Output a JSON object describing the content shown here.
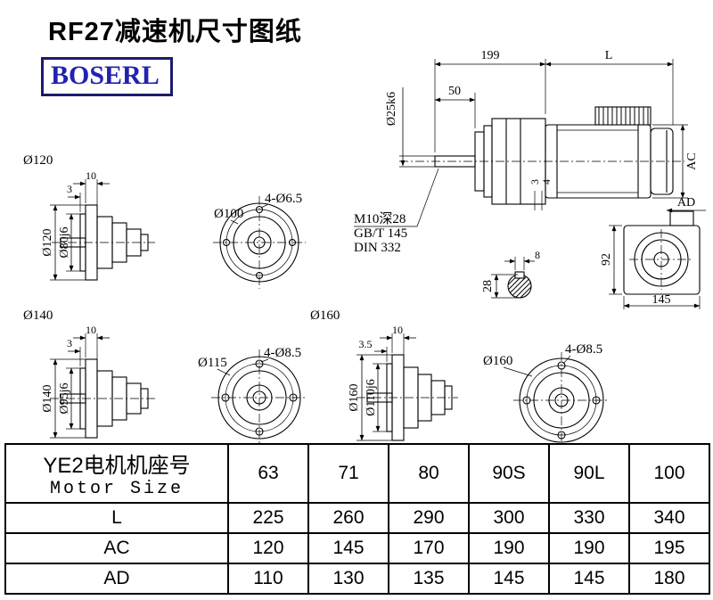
{
  "page": {
    "title": "RF27减速机尺寸图纸",
    "logo_text": "BOSERL"
  },
  "colors": {
    "logo_text": "#2222b2",
    "logo_border": "#1b1b6f",
    "line": "#000000"
  },
  "main_view": {
    "dim_199": "199",
    "dim_l": "L",
    "dim_50": "50",
    "dim_shaft": "Ø25k6",
    "dim_ac": "AC",
    "dim_3": "3",
    "dim_4": "4",
    "note1": "M10深28",
    "note2": "GB/T 145",
    "note3": "DIN 332"
  },
  "flange120": {
    "label": "Ø120",
    "dim_10": "10",
    "dim_3": "3",
    "dim_od": "Ø120",
    "dim_spigot": "Ø80j6"
  },
  "front100": {
    "dim_bolt_circle": "Ø100",
    "dim_holes": "4-Ø6.5"
  },
  "side_view": {
    "dim_ad": "AD",
    "dim_92": "92",
    "dim_145": "145"
  },
  "key_section": {
    "dim_8": "8",
    "dim_28": "28"
  },
  "flange140": {
    "label": "Ø140",
    "dim_10": "10",
    "dim_3": "3",
    "dim_od": "Ø140",
    "dim_spigot": "Ø95j6"
  },
  "front115": {
    "dim_bolt_circle": "Ø115",
    "dim_holes": "4-Ø8.5"
  },
  "flange160": {
    "label": "Ø160",
    "dim_10": "10",
    "dim_35": "3.5",
    "dim_od": "Ø160",
    "dim_spigot": "Ø110j6"
  },
  "front160": {
    "dim_bolt_circle": "Ø160",
    "dim_holes": "4-Ø8.5"
  },
  "table": {
    "header_cn": "YE2电机机座号",
    "header_en": "Motor Size",
    "sizes": [
      "63",
      "71",
      "80",
      "90S",
      "90L",
      "100"
    ],
    "rows": [
      {
        "label": "L",
        "values": [
          "225",
          "260",
          "290",
          "300",
          "330",
          "340"
        ]
      },
      {
        "label": "AC",
        "values": [
          "120",
          "145",
          "170",
          "190",
          "190",
          "195"
        ]
      },
      {
        "label": "AD",
        "values": [
          "110",
          "130",
          "135",
          "145",
          "145",
          "180"
        ]
      }
    ]
  }
}
